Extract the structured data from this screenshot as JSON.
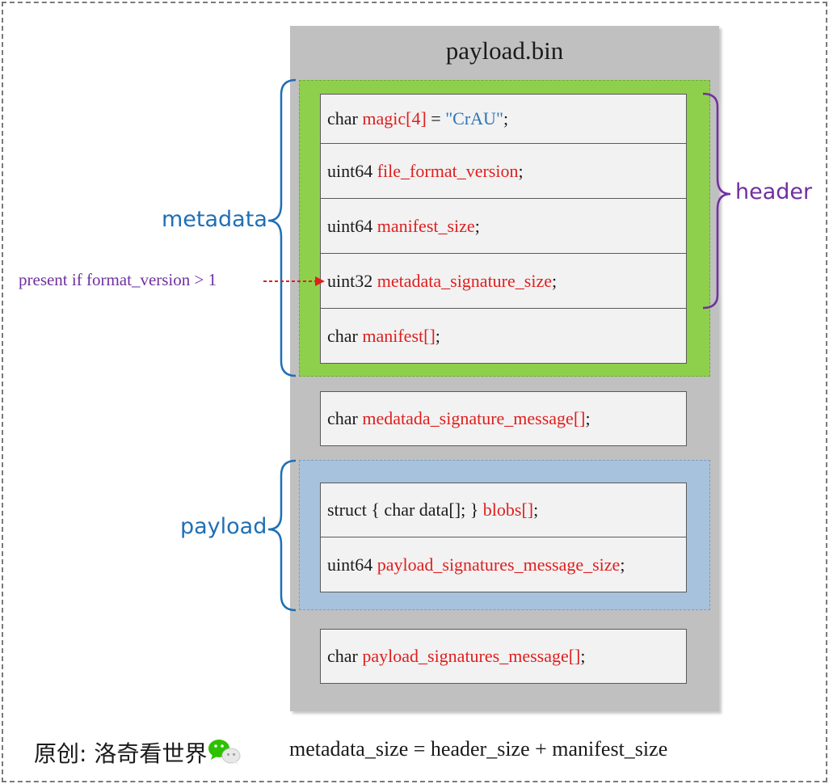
{
  "title": "payload.bin",
  "rows": [
    {
      "plain": "char ",
      "field": "magic[4]",
      "after": " = ",
      "literal": "\"CrAU\"",
      "end": ";"
    },
    {
      "plain": "uint64 ",
      "field": "file_format_version",
      "end": ";"
    },
    {
      "plain": "uint64 ",
      "field": "manifest_size",
      "end": ";"
    },
    {
      "plain": "uint32 ",
      "field": "metadata_signature_size",
      "end": ";"
    },
    {
      "plain": "char ",
      "field": "manifest[]",
      "end": ";"
    },
    {
      "plain": "char ",
      "field": "medatada_signature_message[]",
      "end": ";"
    },
    {
      "plain": "struct { char data[]; } ",
      "field": "blobs[]",
      "end": ";"
    },
    {
      "plain": "uint64 ",
      "field": "payload_signatures_message_size",
      "end": ";"
    },
    {
      "plain": "char ",
      "field": "payload_signatures_message[]",
      "end": ";"
    }
  ],
  "labels": {
    "metadata": "metadata",
    "payload": "payload",
    "header": "header"
  },
  "note": "present if format_version > 1",
  "footer": {
    "credit": "原创: 洛奇看世界",
    "formula": "metadata_size = header_size + manifest_size"
  },
  "icon": "wechat-icon",
  "colors": {
    "bin_bg": "#c0c0c0",
    "metadata_bg": "#8ed04b",
    "payload_bg": "#a7c2dc",
    "field": "#e01e1e",
    "string": "#2e75b6",
    "blue_brace": "#1f6fb5",
    "purple": "#7030a0",
    "arrow": "#e01e1e"
  }
}
